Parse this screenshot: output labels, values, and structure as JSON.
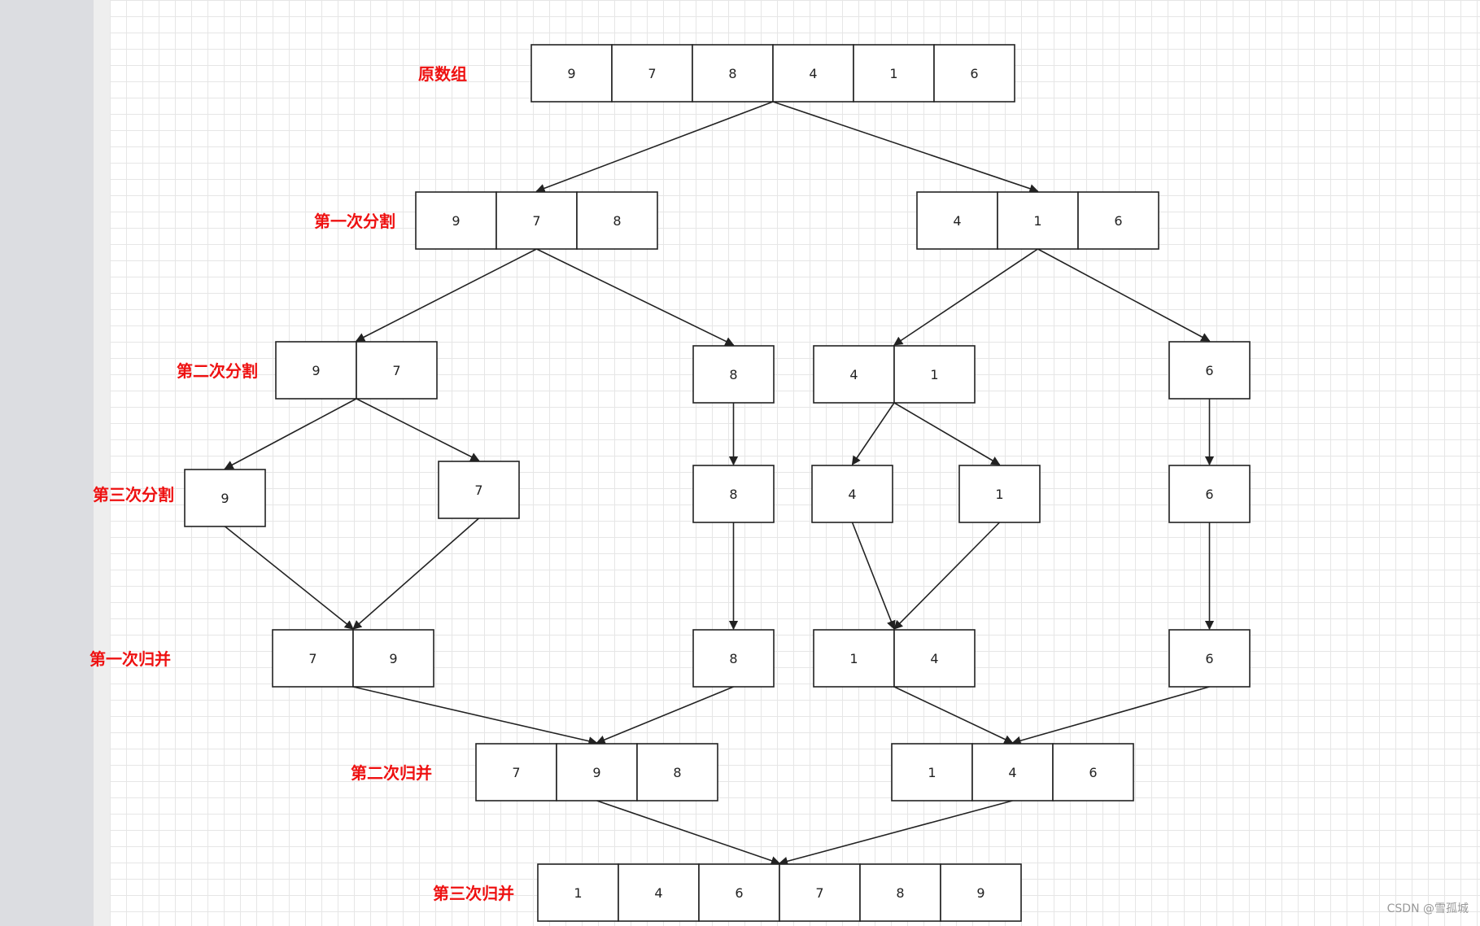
{
  "levels": [
    {
      "id": "original",
      "label": "原数组",
      "nodes": [
        {
          "id": "n0",
          "cells": [
            "9",
            "7",
            "8",
            "4",
            "1",
            "6"
          ]
        }
      ]
    },
    {
      "id": "split1",
      "label": "第一次分割",
      "nodes": [
        {
          "id": "s1a",
          "cells": [
            "9",
            "7",
            "8"
          ]
        },
        {
          "id": "s1b",
          "cells": [
            "4",
            "1",
            "6"
          ]
        }
      ]
    },
    {
      "id": "split2",
      "label": "第二次分割",
      "nodes": [
        {
          "id": "s2a",
          "cells": [
            "9",
            "7"
          ]
        },
        {
          "id": "s2b",
          "cells": [
            "8"
          ]
        },
        {
          "id": "s2c",
          "cells": [
            "4",
            "1"
          ]
        },
        {
          "id": "s2d",
          "cells": [
            "6"
          ]
        }
      ]
    },
    {
      "id": "split3",
      "label": "第三次分割",
      "nodes": [
        {
          "id": "s3a",
          "cells": [
            "9"
          ]
        },
        {
          "id": "s3b",
          "cells": [
            "7"
          ]
        },
        {
          "id": "s3c",
          "cells": [
            "8"
          ]
        },
        {
          "id": "s3d",
          "cells": [
            "4"
          ]
        },
        {
          "id": "s3e",
          "cells": [
            "1"
          ]
        },
        {
          "id": "s3f",
          "cells": [
            "6"
          ]
        }
      ]
    },
    {
      "id": "merge1",
      "label": "第一次归并",
      "nodes": [
        {
          "id": "m1a",
          "cells": [
            "7",
            "9"
          ]
        },
        {
          "id": "m1b",
          "cells": [
            "8"
          ]
        },
        {
          "id": "m1c",
          "cells": [
            "1",
            "4"
          ]
        },
        {
          "id": "m1d",
          "cells": [
            "6"
          ]
        }
      ]
    },
    {
      "id": "merge2",
      "label": "第二次归并",
      "nodes": [
        {
          "id": "m2a",
          "cells": [
            "7",
            "9",
            "8"
          ]
        },
        {
          "id": "m2b",
          "cells": [
            "1",
            "4",
            "6"
          ]
        }
      ]
    },
    {
      "id": "merge3",
      "label": "第三次归并",
      "nodes": [
        {
          "id": "m3a",
          "cells": [
            "1",
            "4",
            "6",
            "7",
            "8",
            "9"
          ]
        }
      ]
    }
  ],
  "edges": [
    [
      "n0",
      "s1a"
    ],
    [
      "n0",
      "s1b"
    ],
    [
      "s1a",
      "s2a"
    ],
    [
      "s1a",
      "s2b"
    ],
    [
      "s1b",
      "s2c"
    ],
    [
      "s1b",
      "s2d"
    ],
    [
      "s2a",
      "s3a"
    ],
    [
      "s2a",
      "s3b"
    ],
    [
      "s2b",
      "s3c"
    ],
    [
      "s2c",
      "s3d"
    ],
    [
      "s2c",
      "s3e"
    ],
    [
      "s2d",
      "s3f"
    ],
    [
      "s3a",
      "m1a"
    ],
    [
      "s3b",
      "m1a"
    ],
    [
      "s3c",
      "m1b"
    ],
    [
      "s3d",
      "m1c"
    ],
    [
      "s3e",
      "m1c"
    ],
    [
      "s3f",
      "m1d"
    ],
    [
      "m1a",
      "m2a"
    ],
    [
      "m1b",
      "m2a"
    ],
    [
      "m1c",
      "m2b"
    ],
    [
      "m1d",
      "m2b"
    ],
    [
      "m2a",
      "m3a"
    ],
    [
      "m2b",
      "m3a"
    ]
  ],
  "colors": {
    "label": "#ee1111",
    "stroke": "#222222",
    "text": "#222222"
  },
  "watermark": "CSDN @雪孤城"
}
